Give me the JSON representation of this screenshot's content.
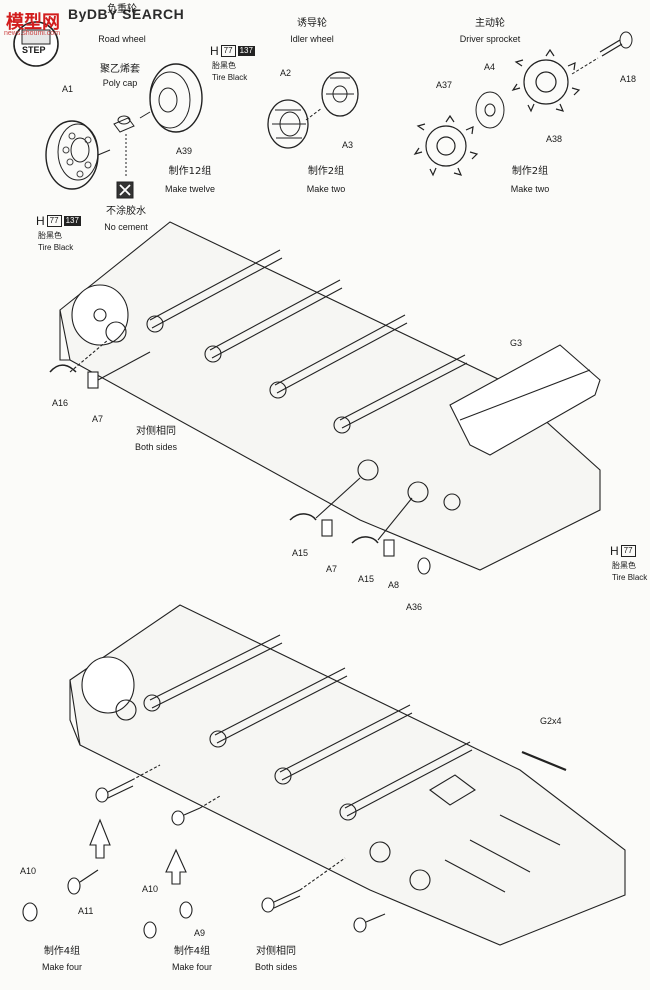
{
  "watermark": {
    "logo_cn": "模型网",
    "site": "ByDBY SEARCH",
    "url": "news.shoumi.com"
  },
  "step": {
    "label": "STEP"
  },
  "header": {
    "road_wheel_zh": "负重轮",
    "road_wheel_en": "Road wheel",
    "idler_zh": "诱导轮",
    "idler_en": "Idler wheel",
    "sprocket_zh": "主动轮",
    "sprocket_en": "Driver sprocket"
  },
  "parts": {
    "A1": "A1",
    "A39": "A39",
    "A2": "A2",
    "A3": "A3",
    "A37": "A37",
    "A4": "A4",
    "A38": "A38",
    "A18": "A18",
    "A16": "A16",
    "A7a": "A7",
    "A7b": "A7",
    "A15a": "A15",
    "A15b": "A15",
    "A8": "A8",
    "A36": "A36",
    "G3": "G3",
    "G2x4": "G2x4",
    "A10a": "A10",
    "A10b": "A10",
    "A11": "A11",
    "A9": "A9"
  },
  "poly_cap": {
    "zh": "聚乙烯套",
    "en": "Poly cap"
  },
  "no_cement": {
    "zh": "不涂胶水",
    "en": "No cement"
  },
  "paint": {
    "code": "H",
    "num": "77",
    "num2": "137",
    "zh": "胎黑色",
    "en": "Tire Black"
  },
  "make": {
    "twelve_zh": "制作12组",
    "twelve_en": "Make twelve",
    "two_zh": "制作2组",
    "two_en": "Make two",
    "two2_zh": "制作2组",
    "two2_en": "Make two",
    "four_zh": "制作4组",
    "four_en": "Make four",
    "four2_zh": "制作4组",
    "four2_en": "Make four"
  },
  "both_sides": {
    "a_zh": "对侧相同",
    "a_en": "Both sides",
    "b_zh": "对侧相同",
    "b_en": "Both sides"
  }
}
